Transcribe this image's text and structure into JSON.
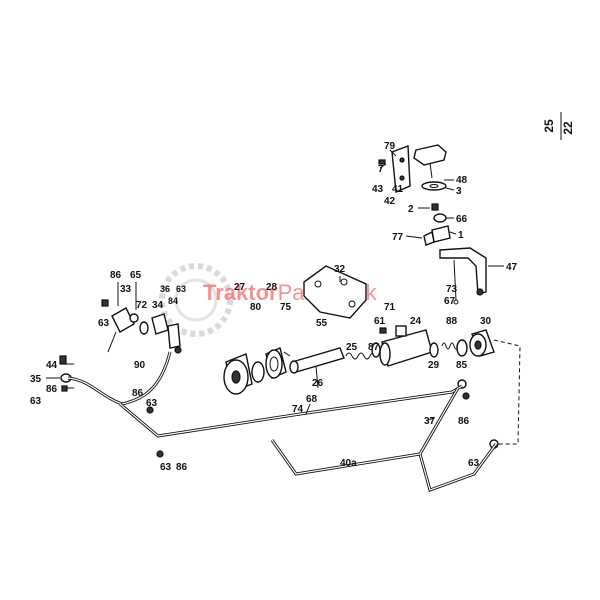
{
  "page_ref": {
    "top": "22",
    "bottom": "25"
  },
  "watermark": {
    "brand_part1": "Traktor",
    "brand_part2": "Partner.sk",
    "color": "#ee3b3b"
  },
  "callouts": {
    "c79": "79",
    "c7": "7",
    "c41": "41",
    "c43a": "43",
    "c42": "42",
    "c48": "48",
    "c3": "3",
    "c2": "2",
    "c66": "66",
    "c1": "1",
    "c77": "77",
    "c47": "47",
    "c73": "73",
    "c67": "67",
    "c32": "32",
    "c55": "55",
    "c27": "27",
    "c80": "80",
    "c28": "28",
    "c75": "75",
    "c86a": "86",
    "c65": "65",
    "c33": "33",
    "c72": "72",
    "c34": "34",
    "c36": "36",
    "c63a": "63",
    "c84": "84",
    "c63b": "63",
    "c90": "90",
    "c61": "61",
    "c71": "71",
    "c24": "24",
    "c88": "88",
    "c30": "30",
    "c25": "25",
    "c87": "87",
    "c29": "29",
    "c85": "85",
    "c26": "26",
    "c68": "68",
    "c44": "44",
    "c35": "35",
    "c86b": "86",
    "c63c": "63",
    "c86c": "86",
    "c63d": "63",
    "c74": "74",
    "c37": "37",
    "c86d": "86",
    "c63e": "63",
    "c40a": "40a",
    "c63f": "63",
    "c86e": "86"
  }
}
